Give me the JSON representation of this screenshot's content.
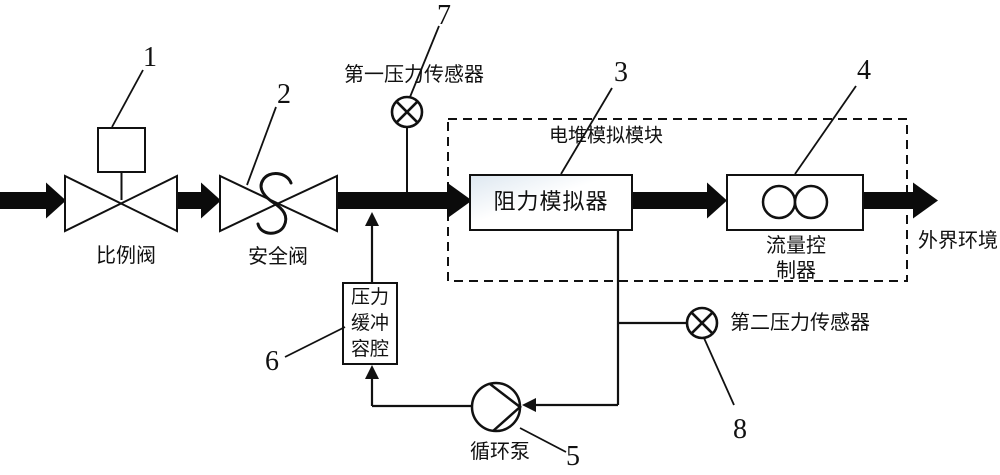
{
  "colors": {
    "ink": "#111111",
    "paper": "#ffffff"
  },
  "ref_numbers": {
    "n1": "1",
    "n2": "2",
    "n3": "3",
    "n4": "4",
    "n5": "5",
    "n6": "6",
    "n7": "7",
    "n8": "8"
  },
  "labels": {
    "proportional_valve": "比例阀",
    "safety_valve": "安全阀",
    "first_pressure_sensor": "第一压力传感器",
    "stack_simulation_module": "电堆模拟模块",
    "resistance_simulator": "阻力模拟器",
    "flow_controller_line1": "流量控",
    "flow_controller_line2": "制器",
    "external_environment": "外界环境",
    "pressure_buffer_chamber": [
      "压力",
      "缓冲",
      "容腔"
    ],
    "circulation_pump": "循环泵",
    "second_pressure_sensor": "第二压力传感器"
  }
}
